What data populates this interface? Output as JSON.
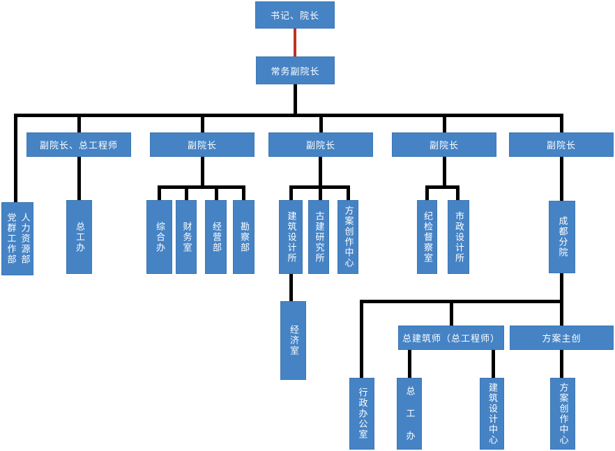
{
  "chart_title": "",
  "colors": {
    "box_fill": "#4583C5",
    "box_border": "#3D76B3",
    "box_text": "#FFFFFF",
    "connector_black": "#000000",
    "connector_red": "#BE3123",
    "background": "#FFFFFF"
  },
  "nodes": {
    "secretary_dean": {
      "label": "书记、院长",
      "reports_to": null
    },
    "executive_vice_dean": {
      "label": "常务副院长",
      "reports_to": "secretary_dean"
    },
    "vice_dean_chief_engineer": {
      "label": "副院长、总工程师",
      "reports_to": "executive_vice_dean"
    },
    "vice_dean_1": {
      "label": "副院长",
      "reports_to": "executive_vice_dean"
    },
    "vice_dean_2": {
      "label": "副院长",
      "reports_to": "executive_vice_dean"
    },
    "vice_dean_3": {
      "label": "副院长",
      "reports_to": "executive_vice_dean"
    },
    "vice_dean_4": {
      "label": "副院长",
      "reports_to": "executive_vice_dean"
    },
    "party_mass_dept": {
      "label": "党群工作部",
      "reports_to": "executive_vice_dean"
    },
    "hr_dept": {
      "label": "人力资源部",
      "reports_to": "executive_vice_dean"
    },
    "chief_engineer_office": {
      "label": "总工办",
      "reports_to": "vice_dean_chief_engineer"
    },
    "general_office": {
      "label": "综合办",
      "reports_to": "vice_dean_1"
    },
    "finance_office": {
      "label": "财务室",
      "reports_to": "vice_dean_1"
    },
    "operations_dept": {
      "label": "经营部",
      "reports_to": "vice_dean_1"
    },
    "survey_dept": {
      "label": "勘察部",
      "reports_to": "vice_dean_1"
    },
    "architecture_design_institute": {
      "label": "建筑设计所",
      "reports_to": "vice_dean_2"
    },
    "ancient_architecture_institute": {
      "label": "古建研究所",
      "reports_to": "vice_dean_2"
    },
    "creative_center": {
      "label": "方案创作中心",
      "reports_to": "vice_dean_2"
    },
    "economics_office": {
      "label": "经济室",
      "reports_to": "architecture_design_institute"
    },
    "discipline_inspection_office": {
      "label": "纪检督察室",
      "reports_to": "vice_dean_3"
    },
    "municipal_design_institute": {
      "label": "市政设计所",
      "reports_to": "vice_dean_3"
    },
    "chengdu_branch": {
      "label": "成都分院",
      "reports_to": "vice_dean_4"
    },
    "admin_office": {
      "label": "行政办公室",
      "reports_to": "chengdu_branch"
    },
    "chief_architect": {
      "label": "总建筑师（总工程师）",
      "reports_to": "chengdu_branch"
    },
    "scheme_lead": {
      "label": "方案主创",
      "reports_to": "chengdu_branch"
    },
    "chengdu_chief_engineer_office": {
      "label": "总 工 办",
      "reports_to": "chief_architect"
    },
    "chengdu_architecture_design_center": {
      "label": "建筑设计中心",
      "reports_to": "chief_architect"
    },
    "chengdu_creative_center": {
      "label": "方案创作中心",
      "reports_to": "scheme_lead"
    }
  }
}
